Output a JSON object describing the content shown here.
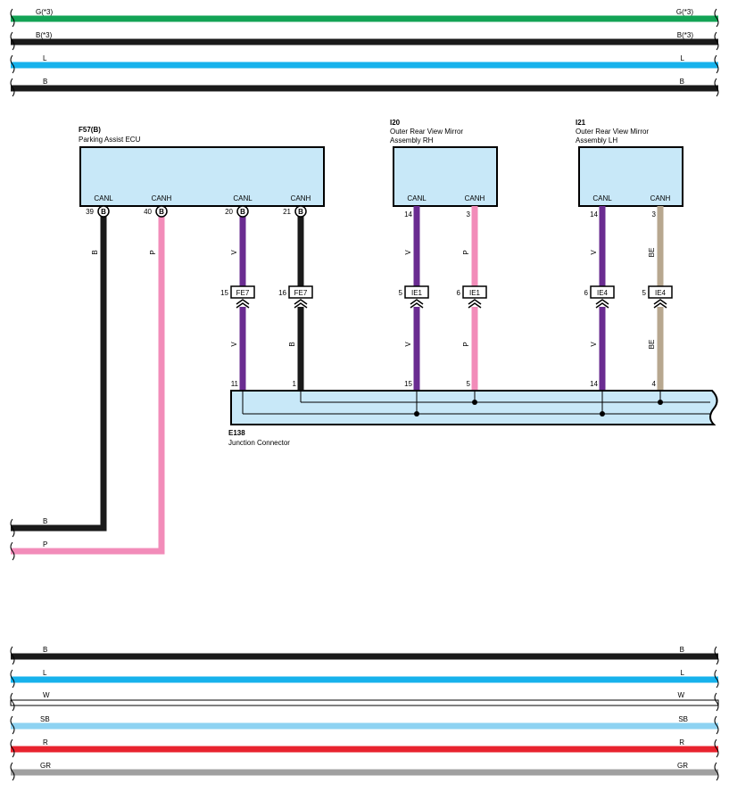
{
  "top_buses": [
    {
      "left": "G(*3)",
      "right": "G(*3)",
      "color": "#13a355"
    },
    {
      "left": "B(*3)",
      "right": "B(*3)",
      "color": "#1a1a1a"
    },
    {
      "left": "L",
      "right": "L",
      "color": "#17b2ec"
    },
    {
      "left": "B",
      "right": "B",
      "color": "#1a1a1a"
    }
  ],
  "bottom_buses": [
    {
      "left": "B",
      "right": "B",
      "color": "#1a1a1a"
    },
    {
      "left": "L",
      "right": "L",
      "color": "#17b2ec"
    },
    {
      "left": "W",
      "right": "W",
      "color": "#ffffff"
    },
    {
      "left": "SB",
      "right": "SB",
      "color": "#8ed3f2"
    },
    {
      "left": "R",
      "right": "R",
      "color": "#e8232e"
    },
    {
      "left": "GR",
      "right": "GR",
      "color": "#a0a0a0"
    }
  ],
  "components": {
    "ecu": {
      "id": "F57(B)",
      "name": "Parking Assist ECU",
      "pins": [
        {
          "label": "CANL",
          "num": "39",
          "connector": "B"
        },
        {
          "label": "CANH",
          "num": "40",
          "connector": "B"
        },
        {
          "label": "CANL",
          "num": "20",
          "connector": "B"
        },
        {
          "label": "CANH",
          "num": "21",
          "connector": "B"
        }
      ]
    },
    "mirror_rh": {
      "id": "I20",
      "name_line1": "Outer Rear View Mirror",
      "name_line2": "Assembly RH",
      "pins": [
        {
          "label": "CANL",
          "num": "14"
        },
        {
          "label": "CANH",
          "num": "3"
        }
      ]
    },
    "mirror_lh": {
      "id": "I21",
      "name_line1": "Outer Rear View Mirror",
      "name_line2": "Assembly LH",
      "pins": [
        {
          "label": "CANL",
          "num": "14"
        },
        {
          "label": "CANH",
          "num": "3"
        }
      ]
    },
    "junction": {
      "id": "E138",
      "name": "Junction Connector",
      "pins": [
        "11",
        "1",
        "15",
        "5",
        "14",
        "4"
      ]
    }
  },
  "wires": {
    "ecu_b": "B",
    "ecu_p": "P",
    "fe7_left_upper": "V",
    "fe7_left_lower": "V",
    "fe7_right_lower": "B",
    "rh_canl_upper": "V",
    "rh_canl_lower": "V",
    "rh_canh_upper": "P",
    "rh_canh_lower": "P",
    "lh_canl_upper": "V",
    "lh_canl_lower": "V",
    "lh_canh_upper": "BE",
    "lh_canh_lower": "BE",
    "out_b": "B",
    "out_p": "P"
  },
  "splices": [
    {
      "name": "FE7",
      "pin": "15"
    },
    {
      "name": "FE7",
      "pin": "16"
    },
    {
      "name": "IE1",
      "pin": "5"
    },
    {
      "name": "IE1",
      "pin": "6"
    },
    {
      "name": "IE4",
      "pin": "6"
    },
    {
      "name": "IE4",
      "pin": "5"
    }
  ],
  "colors": {
    "box_fill": "#c8e8f8",
    "black": "#1a1a1a",
    "pink": "#f28cb9",
    "violet": "#6a2c91",
    "beige": "#b7a78f"
  }
}
